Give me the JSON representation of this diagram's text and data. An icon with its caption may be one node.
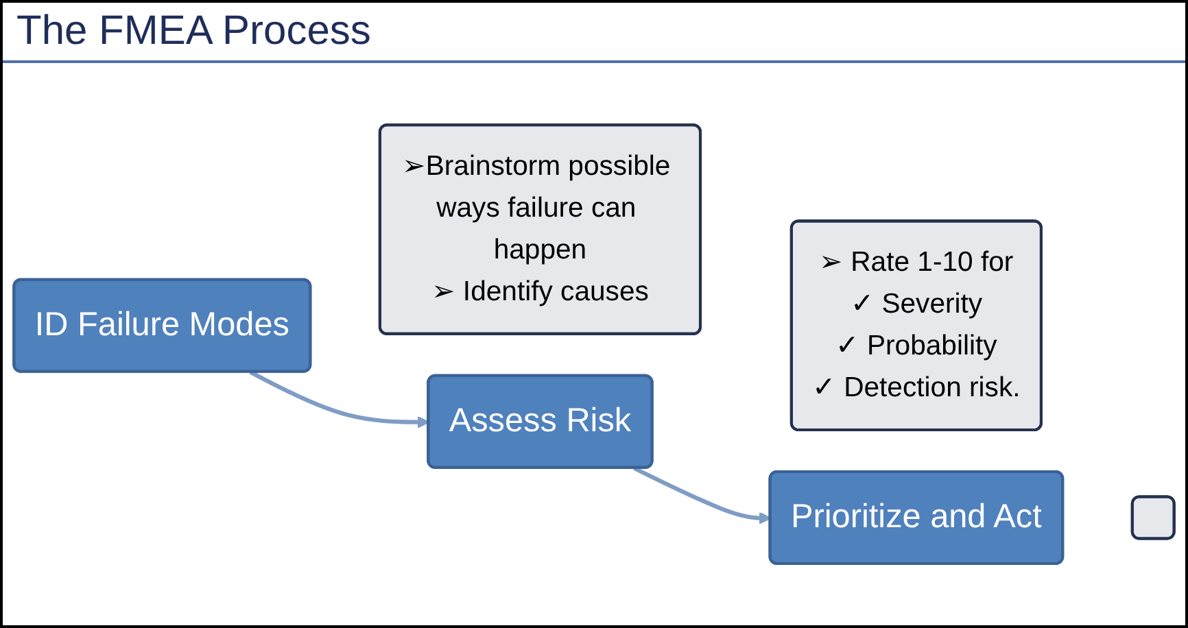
{
  "diagram": {
    "title": "The FMEA Process",
    "nodes": [
      {
        "text": [
          "ID Failure Modes"
        ]
      },
      {
        "text": [
          "➢Brainstorm possible ways failure can happen",
          "➢ Identify causes"
        ]
      },
      {
        "text": [
          "Assess Risk"
        ]
      },
      {
        "text": [
          "➢ Rate 1-10 for",
          "✓ Severity",
          "✓ Probability",
          "✓ Detection risk."
        ]
      },
      {
        "text": [
          "Prioritize and Act"
        ]
      },
      {
        "text": [],
        "shape": "box"
      }
    ],
    "edges": [
      {
        "from": 0,
        "to": 2,
        "arrow": "to"
      },
      {
        "from": 2,
        "to": 4,
        "arrow": "to"
      }
    ]
  }
}
